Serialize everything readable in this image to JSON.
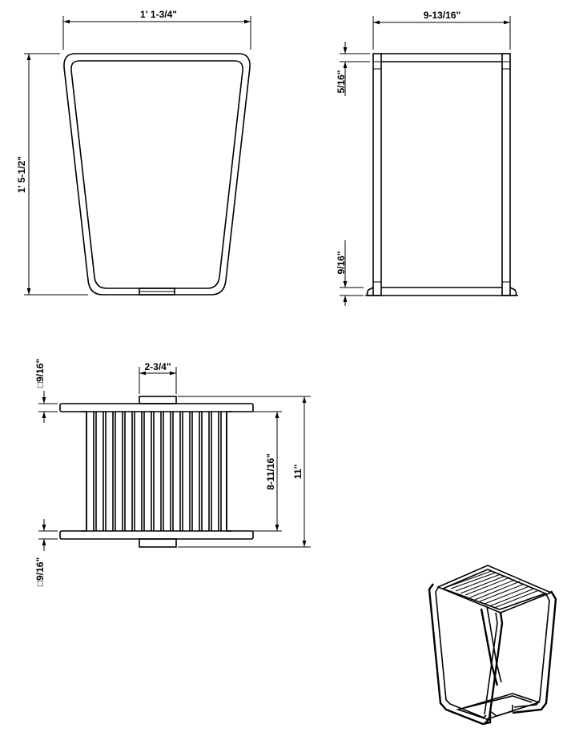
{
  "front_view": {
    "width_label": "1'  1-3/4\"",
    "height_label": "1'  5-1/2\""
  },
  "side_view": {
    "width_label": "9-13/16\"",
    "top_offset_label": "5/16\"",
    "bottom_offset_label": "9/16\""
  },
  "top_view": {
    "center_width_label": "2-3/4\"",
    "inner_span_label": "8-11/16\"",
    "overall_depth_label": "11\"",
    "top_tube_label": "□9/16\"",
    "bottom_tube_label": "□9/16\""
  }
}
